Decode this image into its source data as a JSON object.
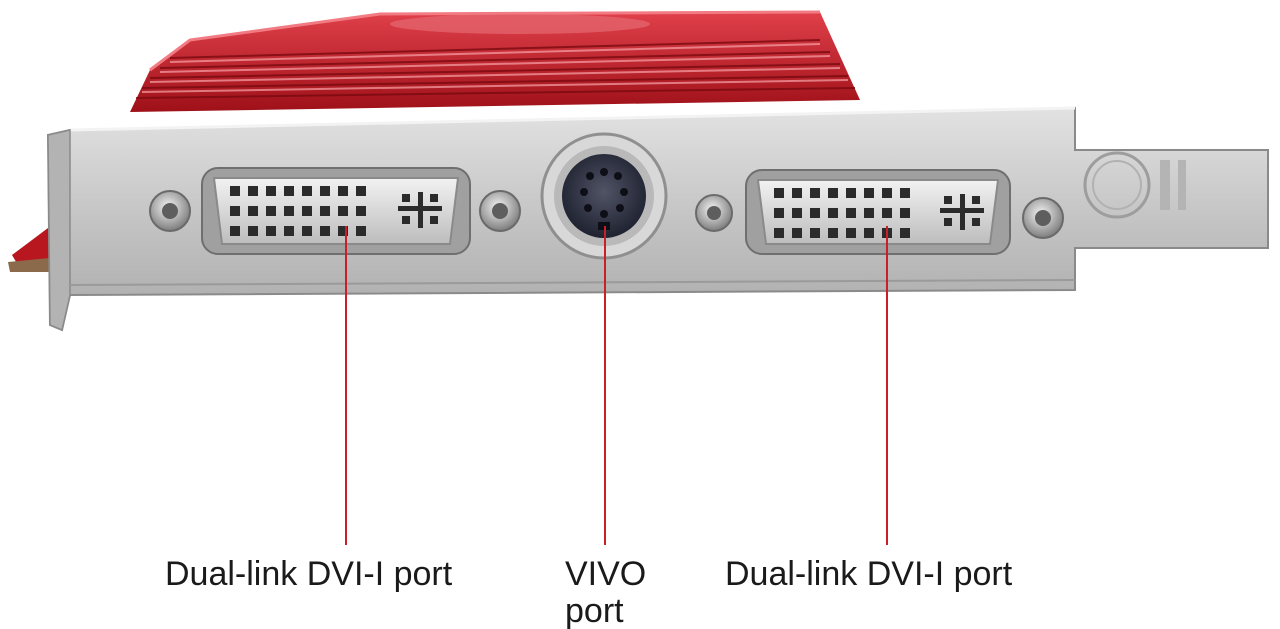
{
  "callouts": {
    "left_port": {
      "label": "Dual-link DVI-I port"
    },
    "middle_port": {
      "line1": "VIVO",
      "line2": "port"
    },
    "right_port": {
      "label": "Dual-link DVI-I port"
    }
  },
  "colors": {
    "heatsink": "#c8202a",
    "bracket": "#c9c9c9",
    "leader_line": "#c8202a",
    "text": "#1a1a1a"
  }
}
